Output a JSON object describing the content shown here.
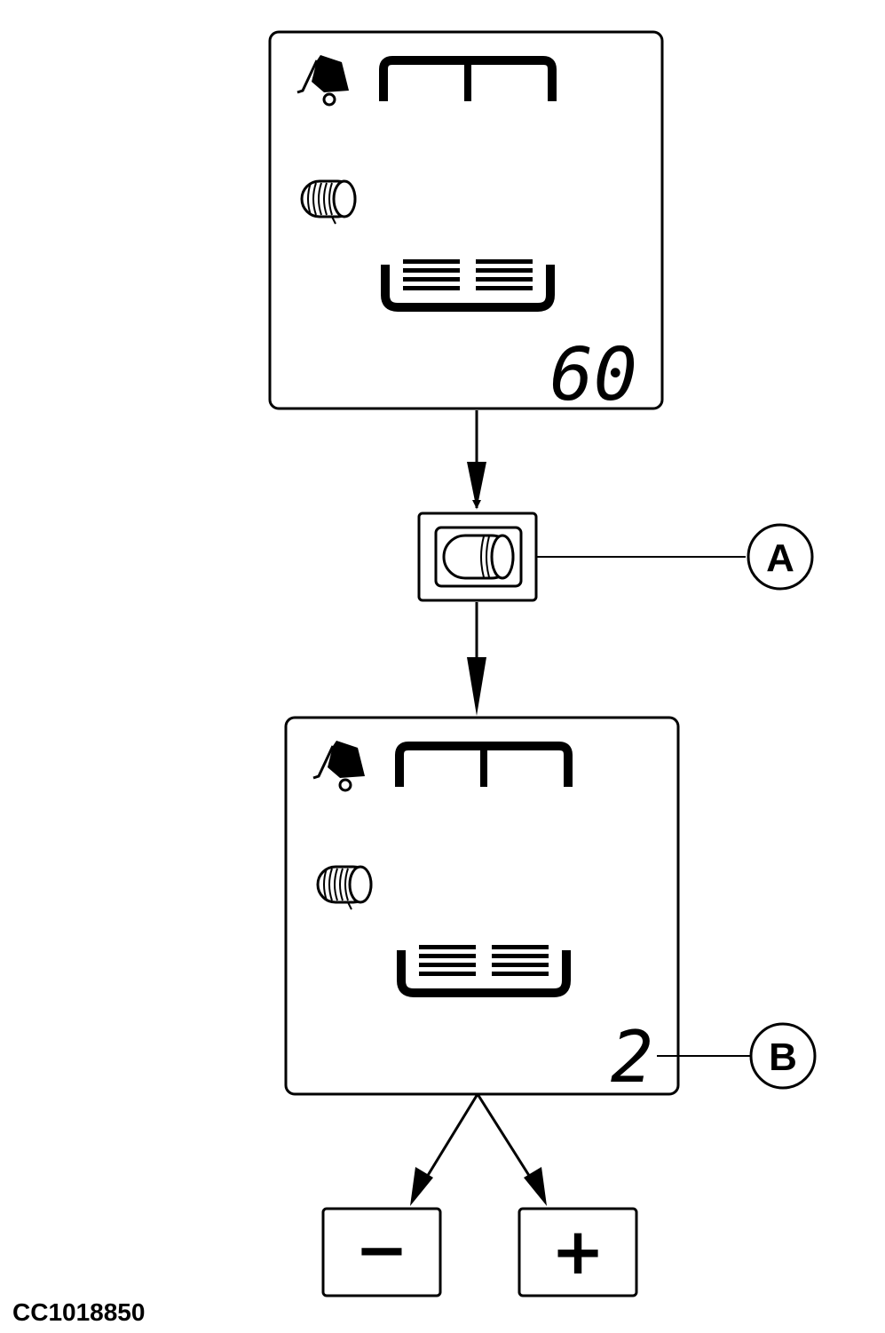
{
  "figure_id": "CC1018850",
  "display_top": {
    "readout": "60"
  },
  "display_bottom": {
    "readout": "2"
  },
  "callouts": [
    {
      "letter": "A"
    },
    {
      "letter": "B"
    }
  ],
  "buttons": {
    "minus_label": "−",
    "plus_label": "+"
  },
  "icons": {
    "baler": "baler-icon",
    "bale": "round-bale-icon",
    "chamber": "bale-chamber-icon",
    "pickup": "pickup-icon",
    "key": "bale-select-key-icon"
  }
}
